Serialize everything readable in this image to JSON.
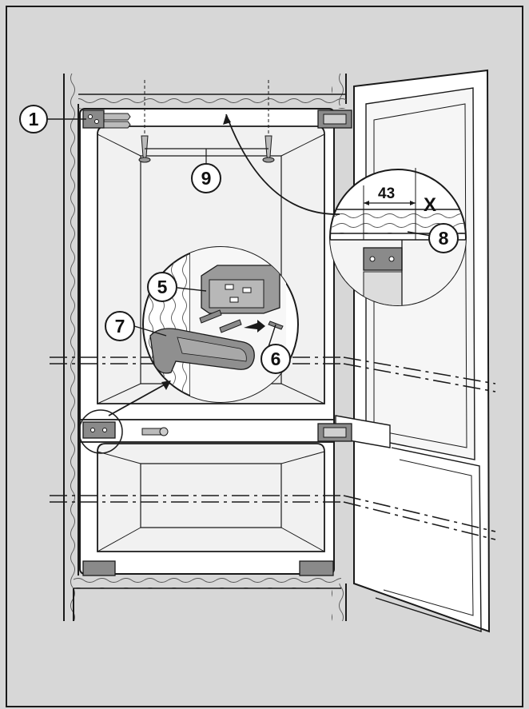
{
  "diagram": {
    "callouts": [
      {
        "id": "c1",
        "label": "1"
      },
      {
        "id": "c5",
        "label": "5"
      },
      {
        "id": "c6",
        "label": "6"
      },
      {
        "id": "c7",
        "label": "7"
      },
      {
        "id": "c8",
        "label": "8"
      },
      {
        "id": "c9",
        "label": "9"
      }
    ],
    "dimension_label": "43",
    "marker_label": "X"
  },
  "colors": {
    "background": "#d7d7d7",
    "line": "#1a1a1a",
    "panel": "#ffffff",
    "bracket": "#8a8a8a"
  }
}
